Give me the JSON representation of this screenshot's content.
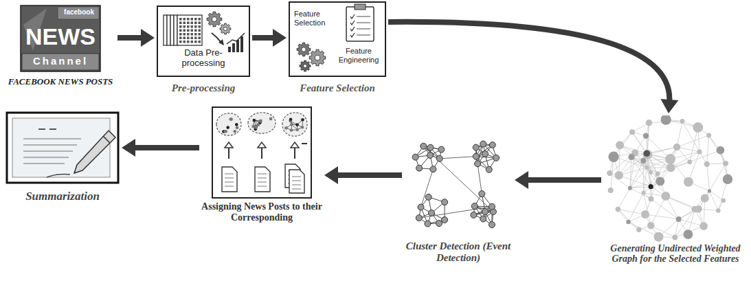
{
  "diagram": {
    "nodes": [
      {
        "text": [
          "facebook",
          "NEWS",
          "Channel",
          "FACEBOOK NEWS POSTS"
        ]
      },
      {
        "text": [
          "Data Pre-processing",
          "Pre-processing"
        ]
      },
      {
        "text": [
          "Feature Selection",
          "Feature Engineering",
          "Feature Selection"
        ]
      },
      {
        "text": [
          "Generating Undirected Weighted Graph for the Selected Features"
        ]
      },
      {
        "text": [
          "Cluster Detection (Event Detection)"
        ]
      },
      {
        "text": [
          "Assigning News Posts to their Corresponding"
        ]
      },
      {
        "text": [
          "Summarization"
        ]
      }
    ],
    "edges": [
      {
        "from": 0,
        "to": 1,
        "arrow": "to"
      },
      {
        "from": 1,
        "to": 2,
        "arrow": "to"
      },
      {
        "from": 2,
        "to": 3,
        "arrow": "to"
      },
      {
        "from": 3,
        "to": 4,
        "arrow": "to"
      },
      {
        "from": 4,
        "to": 5,
        "arrow": "to"
      },
      {
        "from": 5,
        "to": 6,
        "arrow": "to"
      }
    ]
  }
}
